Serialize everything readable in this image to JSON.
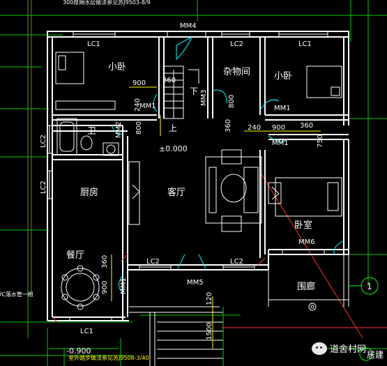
{
  "plan": {
    "top_note": "300厚隔水层做法参见苏J9503-8/9",
    "rooms": {
      "xiaowo_left": "小卧",
      "zawu": "杂物间",
      "xiaowo_right": "小卧",
      "wei": "卫",
      "chufang": "厨房",
      "keting": "客厅",
      "woshi": "卧室",
      "canting": "餐厅",
      "weilang": "围廊"
    },
    "labels": {
      "mm4": "MM4",
      "lc1_a": "LC1",
      "lc2_top": "LC2",
      "lc1_b": "LC1",
      "mm3": "MM3",
      "mm1_a": "MM1",
      "mm2": "MM2",
      "shang": "上",
      "xia": "下",
      "mm1_b": "MM1",
      "mm1_c": "MM1",
      "lc2_l1": "LC2",
      "lc2_l2": "LC2",
      "lc2_b1": "LC2",
      "lc2_b2": "LC2",
      "mm6": "MM6",
      "mm5": "MM5",
      "mm1_d": "MM1",
      "lc1_bot": "LC1",
      "elev": "±0.000",
      "elev_low": "-0.900"
    },
    "dims": {
      "d900_a": "900",
      "d360_a": "360",
      "d240_a": "240",
      "d800_a": "800",
      "d800_b": "800",
      "d360_b": "360",
      "d240_b": "240",
      "d900_b": "900",
      "d360_c": "360",
      "d750": "750",
      "d360_d": "360",
      "d900_c": "900",
      "d120": "120",
      "d1500": "1500"
    },
    "axis_label": "1",
    "side_note": "PVC落水管一根",
    "bottom_note": "室外踏步做法参见苏J9508-3/40",
    "corner_text": "居建",
    "colors": {
      "wall": "#ffffff",
      "green": "#00ff00",
      "yellow": "#ffff00",
      "red": "#ff3030",
      "cyan": "#00ffff",
      "magenta": "#ff00ff",
      "bg": "#000000"
    }
  },
  "watermark": "道舍村网"
}
